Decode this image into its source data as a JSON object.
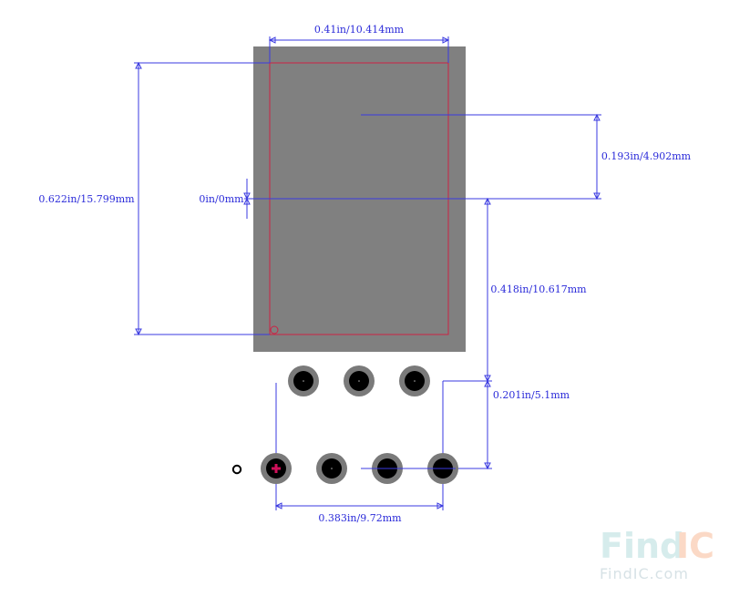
{
  "dimensions": {
    "width_top": "0.41in/10.414mm",
    "height_left": "0.622in/15.799mm",
    "zero_offset": "0in/0mm",
    "offset_right": "0.193in/4.902mm",
    "pin_to_center": "0.418in/10.617mm",
    "row_pitch": "0.201in/5.1mm",
    "pin_span": "0.383in/9.72mm"
  },
  "watermark": {
    "find": "Find",
    "ic": "IC",
    "url": "FindIC.com"
  },
  "colors": {
    "body": "#808080",
    "outline": "#cc2244",
    "dimension": "#3a3ae0",
    "pin_ring": "#7a7a7a",
    "pin_hole": "#000000",
    "pin1_marker": "#d0105a",
    "watermark_find": "#d6ecec",
    "watermark_ic": "#fbd9c6"
  }
}
